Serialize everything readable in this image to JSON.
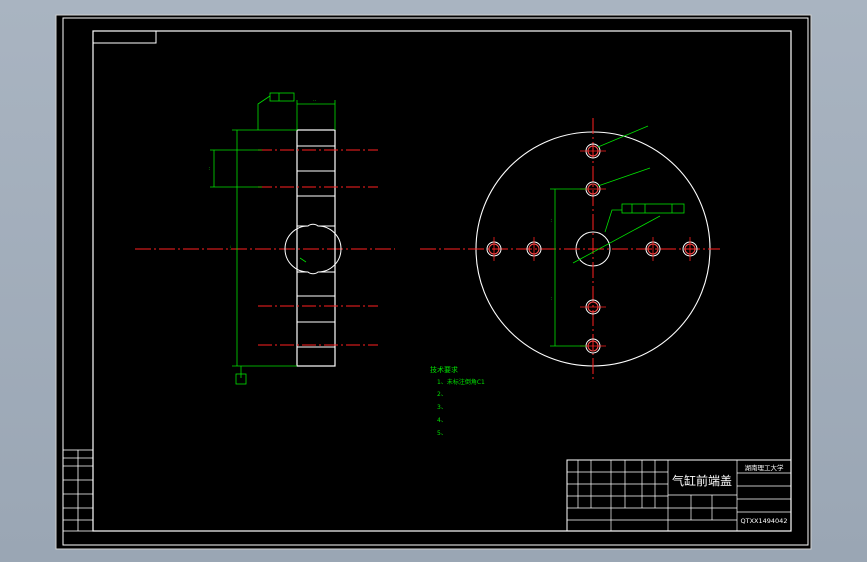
{
  "drawing": {
    "title": "气缸前端盖",
    "school_line1": "湖南理工大学",
    "school_line2": "",
    "school_line3": "",
    "drawing_number": "QTXX1494042"
  },
  "notes": {
    "heading": "技术要求",
    "items": [
      "1、未标注倒角C1",
      "2、",
      "3、",
      "4、",
      "5、"
    ]
  },
  "colors": {
    "background": "#000000",
    "frame": "#ffffff",
    "centerline": "#ff2020",
    "dimension": "#00e000",
    "bolt_hole": "#ff5050",
    "outer_bezel": "#a9b4c1"
  }
}
